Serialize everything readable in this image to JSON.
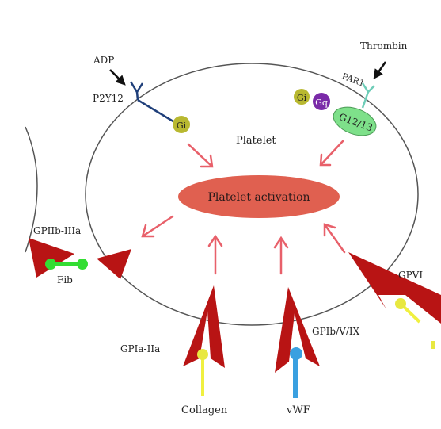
{
  "diagram": {
    "cell_label": "Platelet",
    "center_label": "Platelet activation",
    "receptors": {
      "p2y12": "P2Y12",
      "par1": "PAR1",
      "gpiib_iiia": "GPIIb-IIIa",
      "gpia_iia": "GPIa-IIa",
      "gpib_v_ix": "GPIb/V/IX",
      "gpvi": "GPVI"
    },
    "agonists": {
      "adp": "ADP",
      "thrombin": "Thrombin",
      "collagen": "Collagen",
      "vwf": "vWF",
      "fib": "Fib"
    },
    "g_proteins": {
      "gi_p2y12": "Gi",
      "gi_par": "Gi",
      "gq": "Gq",
      "g12_13": "G12/13"
    }
  },
  "colors": {
    "membrane": "#555555",
    "activation_fill": "#e06050",
    "activation_arrow": "#e8606a",
    "receptor_red": "#b81414",
    "p2y12": "#1f3f7a",
    "par1": "#6fcdb8",
    "gi": "#b8b830",
    "gq": "#7a2aa8",
    "g12_13": "#7ee08a",
    "fib": "#33dd33",
    "collagen": "#f0f040",
    "vwf": "#3aa0e0"
  },
  "icons": {
    "agonist_arrow": "black-arrow-icon",
    "activation_arrow": "pink-arrow-icon"
  }
}
